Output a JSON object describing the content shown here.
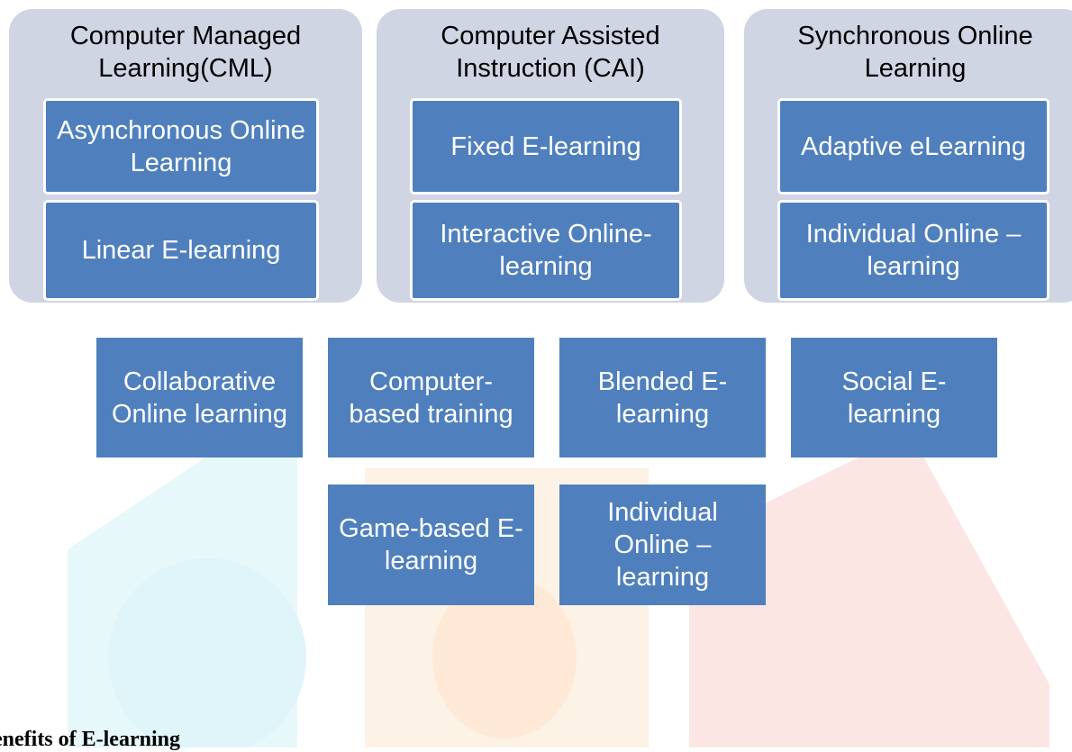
{
  "groups": [
    {
      "title": "Computer Managed Learning(CML)",
      "items": [
        "Asynchronous Online Learning",
        "Linear E-learning"
      ]
    },
    {
      "title": "Computer Assisted Instruction (CAI)",
      "items": [
        "Fixed E-learning",
        "Interactive Online-learning"
      ]
    },
    {
      "title": "Synchronous Online Learning",
      "items": [
        "Adaptive eLearning",
        "Individual Online – learning"
      ]
    }
  ],
  "tiles_row1": [
    "Collaborative Online learning",
    "Computer-based training",
    "Blended E-learning",
    "Social E-learning"
  ],
  "tiles_row2": [
    "Game-based E-learning",
    "Individual Online – learning"
  ],
  "section_heading": "enefits of E-learning",
  "colors": {
    "group_bg": "#d0d5e4",
    "tile": "#4f80bd",
    "watermark_blue": "#e6f7fb",
    "watermark_orange": "#fdf0e2",
    "watermark_red": "#fbe3e1"
  }
}
